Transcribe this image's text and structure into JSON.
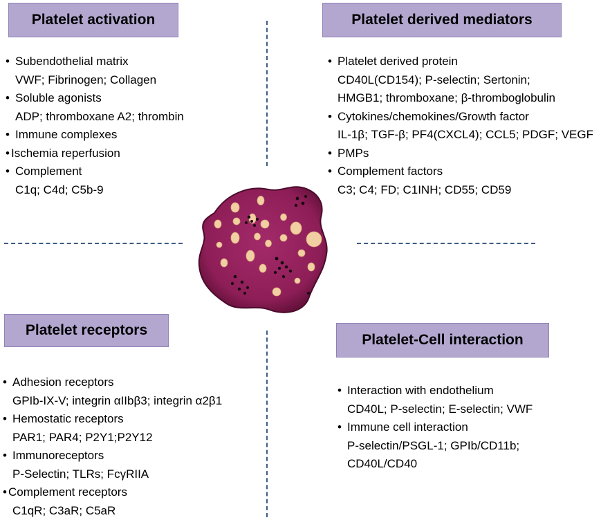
{
  "quadrants": {
    "activation": {
      "title": "Platelet activation",
      "items": [
        {
          "label": "Subendothelial matrix",
          "sub": "VWF; Fibrinogen; Collagen"
        },
        {
          "label": "Soluble agonists",
          "sub": "ADP; thromboxane A2; thrombin"
        },
        {
          "label": "Immune complexes"
        },
        {
          "label": "Ischemia reperfusion"
        },
        {
          "label": "Complement",
          "sub": "C1q; C4d; C5b-9"
        }
      ]
    },
    "mediators": {
      "title": "Platelet derived mediators",
      "items": [
        {
          "label": "Platelet derived protein",
          "sub": "CD40L(CD154); P-selectin; Sertonin;",
          "sub2": "HMGB1; thromboxane; β-thromboglobulin"
        },
        {
          "label": "Cytokines/chemokines/Growth factor",
          "sub": "IL-1β; TGF-β; PF4(CXCL4); CCL5; PDGF; VEGF"
        },
        {
          "label": "PMPs"
        },
        {
          "label": "Complement factors",
          "sub": "C3; C4; FD; C1INH; CD55; CD59"
        }
      ]
    },
    "receptors": {
      "title": "Platelet receptors",
      "items": [
        {
          "label": "Adhesion receptors",
          "sub": "GPIb-IX-V; integrin αIIbβ3; integrin α2β1"
        },
        {
          "label": "Hemostatic receptors",
          "sub": "PAR1; PAR4; P2Y1;P2Y12"
        },
        {
          "label": "Immunoreceptors",
          "sub": "P-Selectin; TLRs; FcγRIIA"
        },
        {
          "label": "Complement receptors",
          "sub": "C1qR; C3aR; C5aR"
        }
      ]
    },
    "interaction": {
      "title": "Platelet-Cell interaction",
      "items": [
        {
          "label": "Interaction with endothelium",
          "sub": "CD40L; P-selectin; E-selectin; VWF"
        },
        {
          "label": "Immune cell interaction",
          "sub": "P-selectin/PSGL-1; GPIb/CD11b;",
          "sub2": "CD40L/CD40"
        }
      ]
    }
  },
  "bullet": "•",
  "colors": {
    "title_box": "#b3a7d0",
    "dashes": "#3e5b86",
    "platelet_body": "#8e1e57",
    "platelet_granule": "#f2cfa2",
    "platelet_dots": "#1a0a10"
  }
}
